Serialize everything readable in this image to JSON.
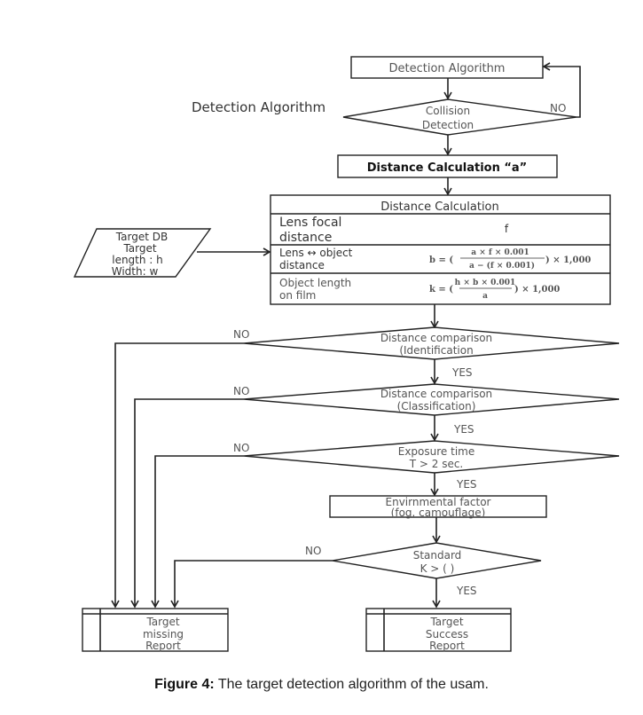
{
  "nodes": {
    "detection_algorithm_box": "Detection Algorithm",
    "side_label": "Detection Algorithm",
    "collision": [
      "Collision",
      "Detection"
    ],
    "collision_no": "NO",
    "distance_calc_a": "Distance Calculation “a”",
    "table": {
      "header": "Distance Calculation",
      "rows": [
        {
          "label": [
            "Lens focal",
            "distance"
          ],
          "formula": "f"
        },
        {
          "label": [
            "Lens ↔ object",
            "distance"
          ],
          "formula_lhs": "b = (",
          "numerator": "a × f × 0.001",
          "denominator": "a − (f × 0.001)",
          "formula_rhs": ") × 1,000"
        },
        {
          "label": [
            "Object length",
            "on film"
          ],
          "formula_lhs": "k = (",
          "numerator": "h × b × 0.001",
          "denominator": "a",
          "formula_rhs": ") × 1,000"
        }
      ]
    },
    "target_db": [
      "Target DB",
      "Target",
      "length : h",
      "Width: w"
    ],
    "identification": [
      "Distance comparison",
      "(Identification"
    ],
    "classification": [
      "Distance comparison",
      "(Classification)"
    ],
    "exposure": [
      "Exposure time",
      "T > 2 sec."
    ],
    "environment": [
      "Envirnmental factor",
      "(fog. camouflage)"
    ],
    "standard": [
      "Standard",
      "K > (   )"
    ],
    "missing_report": [
      "Target",
      "missing",
      "Report"
    ],
    "success_report": [
      "Target",
      "Success",
      "Report"
    ],
    "yes": "YES",
    "no": "NO"
  },
  "caption": {
    "label": "Figure 4:",
    "text": " The target detection algorithm of the usam."
  }
}
